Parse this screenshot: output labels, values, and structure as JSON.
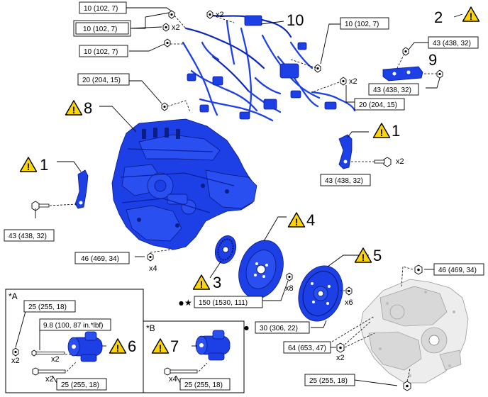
{
  "torque_labels": {
    "t1": "10 (102, 7)",
    "t2": "10 (102, 7)",
    "t3": "10 (102, 7)",
    "t4": "10 (102, 7)",
    "t5": "20 (204, 15)",
    "t6": "20 (204, 15)",
    "t7": "43 (438, 32)",
    "t8": "43 (438, 32)",
    "t9": "43 (438, 32)",
    "t10": "43 (438, 32)",
    "t11": "46 (469, 34)",
    "t12": "150 (1530, 111)",
    "t13": "46 (469, 34)",
    "t14": "30 (306, 22)",
    "t15": "64 (653, 47)",
    "t16": "25 (255, 18)",
    "t17": "25 (255, 18)",
    "t18": "9.8 (100, 87 in.*lbf)",
    "t19": "25 (255, 18)",
    "t20": "25 (255, 18)"
  },
  "quantities": {
    "q1": "x2",
    "q2": "x2",
    "q3": "x2",
    "q4": "x2",
    "q5": "x4",
    "q6": "x8",
    "q7": "x6",
    "q8": "x2",
    "q9": "x2",
    "q10": "x2",
    "q11": "x2",
    "q12": "x4"
  },
  "callouts": {
    "c10": "10",
    "c2": "2",
    "c9": "9",
    "c8": "8",
    "c1a": "1",
    "c1b": "1",
    "c4": "4",
    "c5": "5",
    "c3": "3",
    "c6": "6",
    "c7": "7"
  },
  "sections": {
    "a": "*A",
    "b": "*B"
  },
  "symbols": {
    "star": "★",
    "dot": "●",
    "warning": "!"
  },
  "colors": {
    "part": "#1d3fe6",
    "warning_fill": "#ffd500",
    "transaxle": "#ededed"
  },
  "icons": [
    "warning-triangle-icon",
    "bolt-icon"
  ]
}
